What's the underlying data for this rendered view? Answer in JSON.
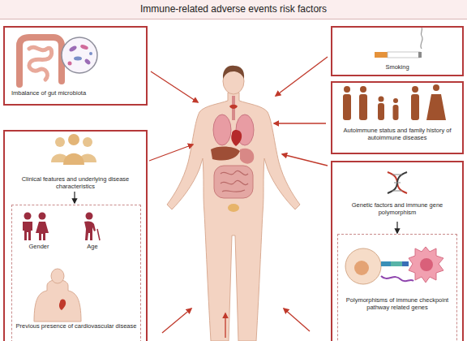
{
  "diagram": {
    "title": "Immune-related adverse events risk factors",
    "nodes": [
      {
        "text": [
          "Imbalance of gut microbiota"
        ]
      },
      {
        "text": [
          "Clinical features and underlying disease characteristics"
        ]
      },
      {
        "text": [
          "Gender",
          "Age",
          "Previous presence of cardiovascular disease"
        ],
        "in": 1
      },
      {
        "text": [
          "Smoking"
        ]
      },
      {
        "text": [
          "Autoimmune status and family history of autoimmune diseases"
        ]
      },
      {
        "text": [
          "Genetic factors and immune gene polymorphism"
        ]
      },
      {
        "text": [
          "Polymorphisms of immune checkpoint pathway related genes"
        ],
        "in": 5
      }
    ]
  }
}
